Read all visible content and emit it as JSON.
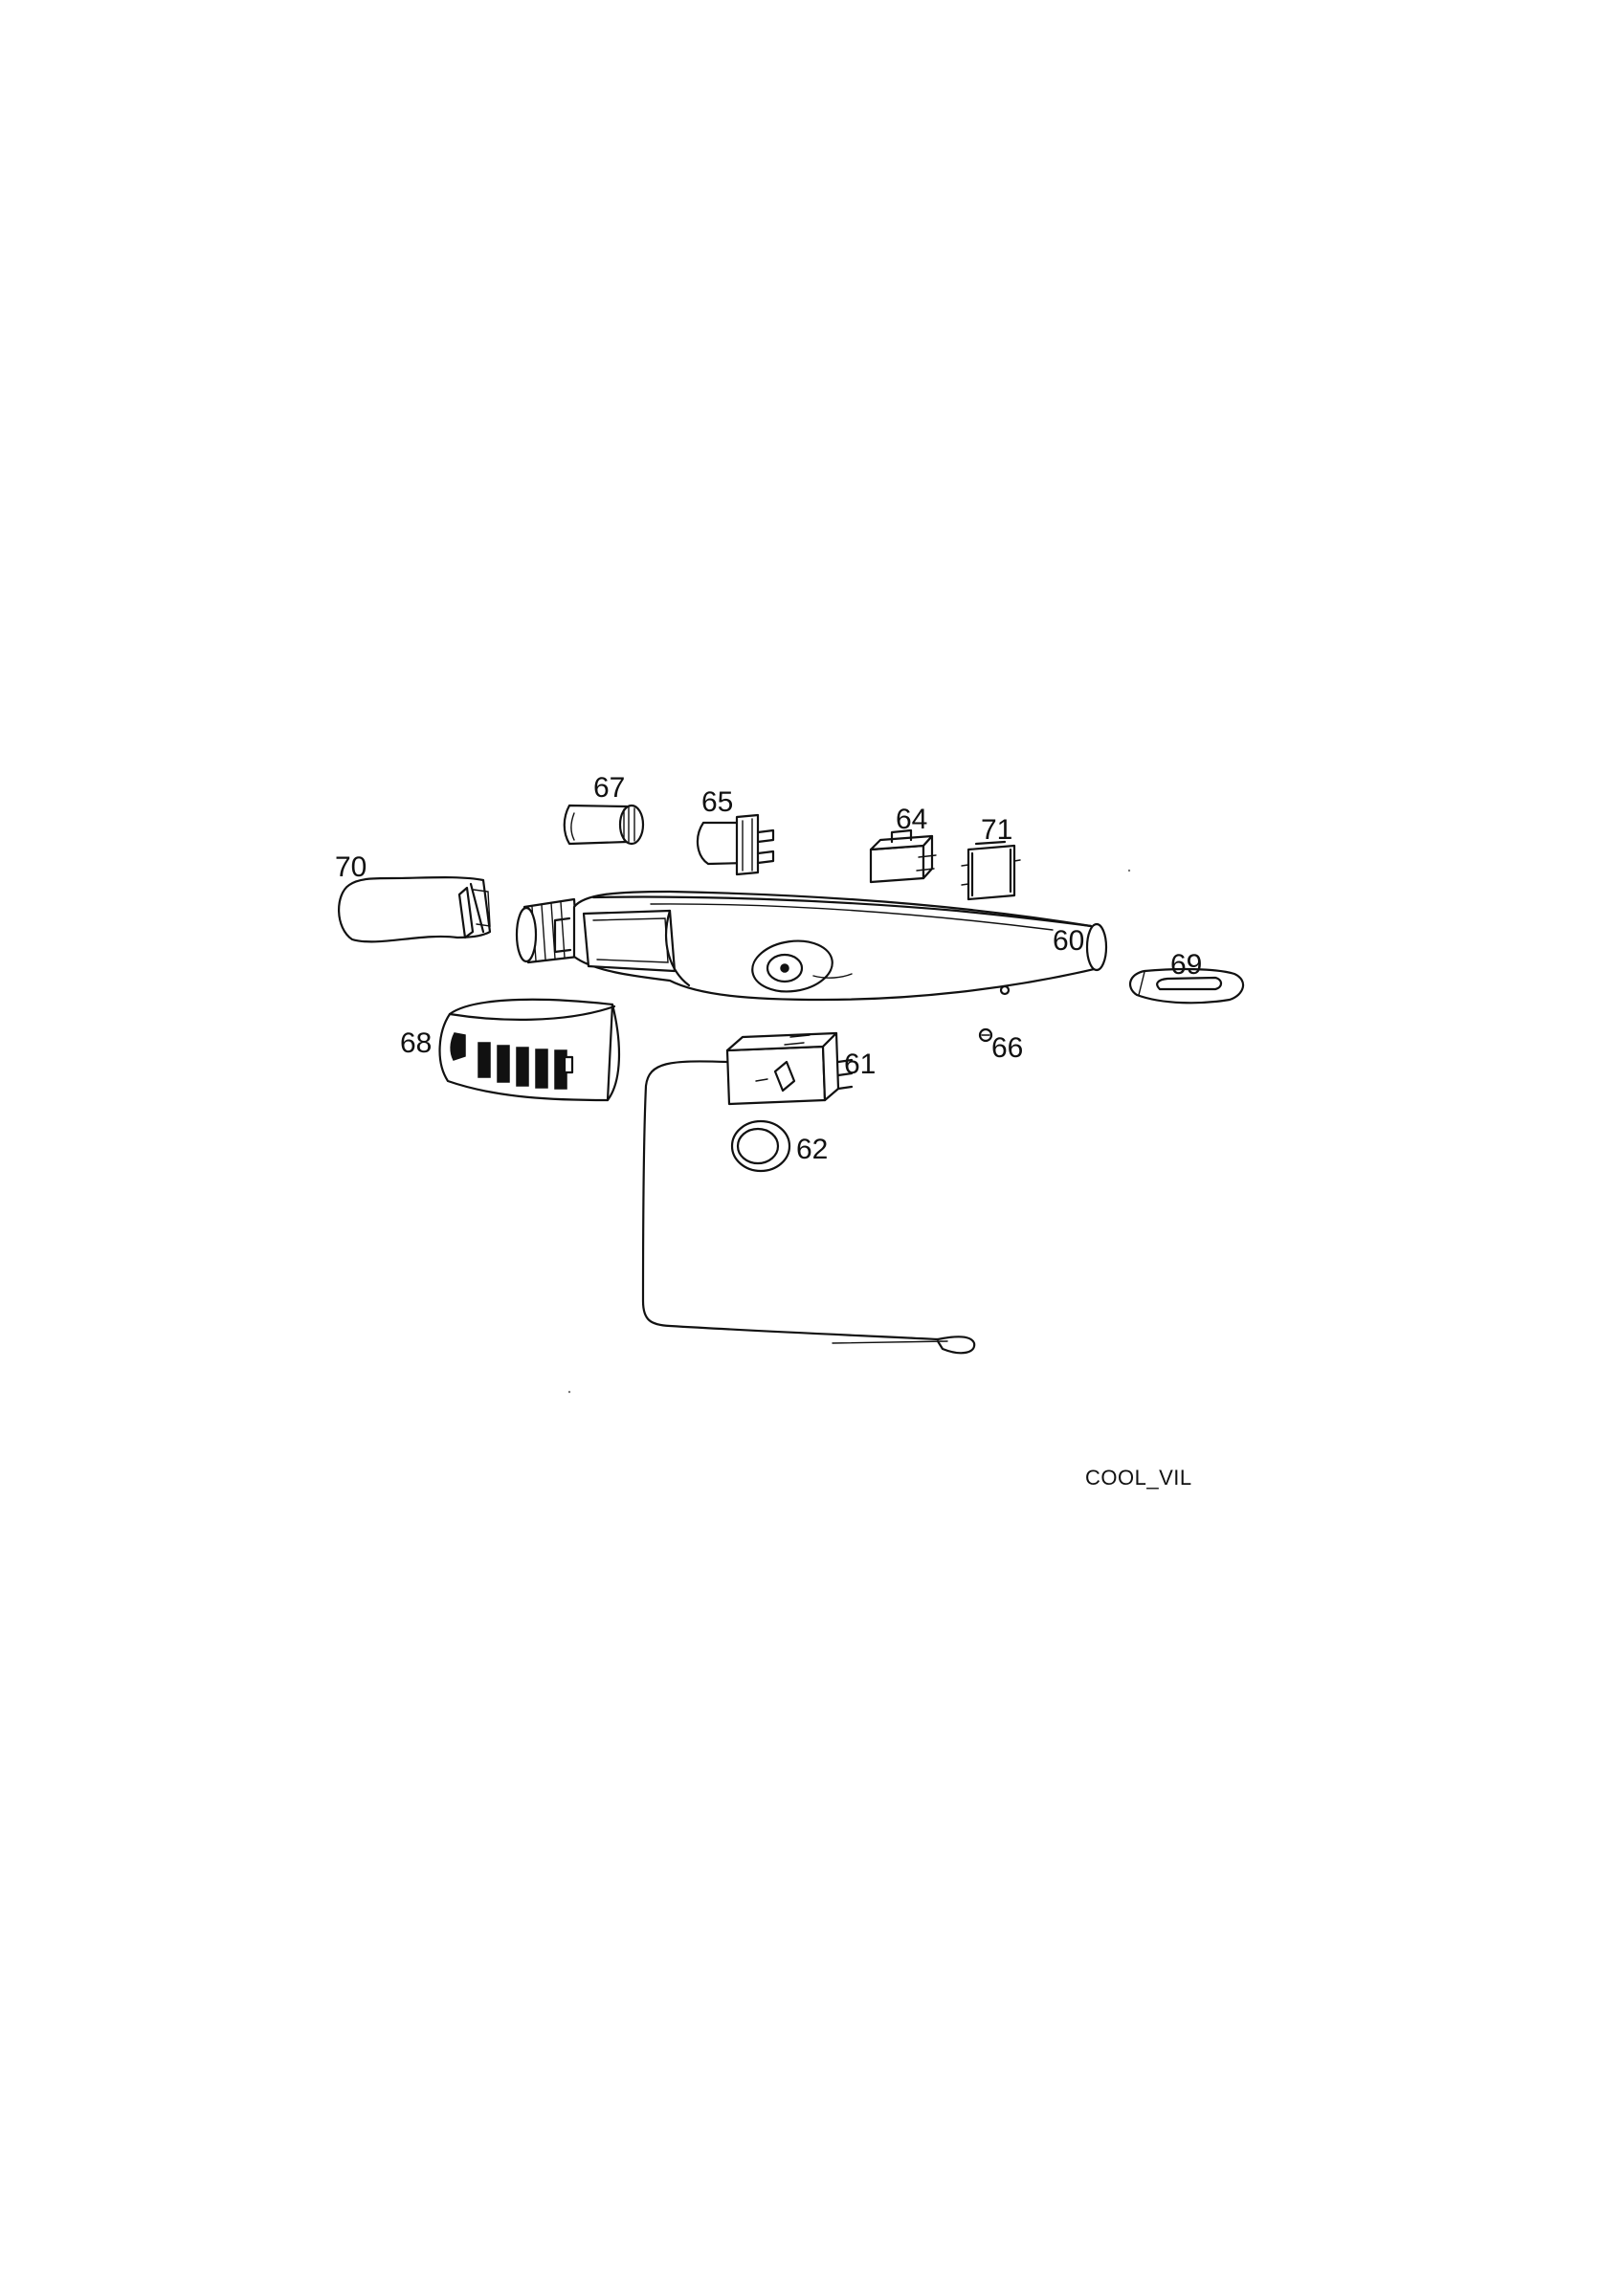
{
  "reference_code": "COOL_VIL",
  "parts": [
    {
      "id": "part-60",
      "label": "60"
    },
    {
      "id": "part-61",
      "label": "61"
    },
    {
      "id": "part-62",
      "label": "62"
    },
    {
      "id": "part-64",
      "label": "64"
    },
    {
      "id": "part-65",
      "label": "65"
    },
    {
      "id": "part-66",
      "label": "66"
    },
    {
      "id": "part-67",
      "label": "67"
    },
    {
      "id": "part-68",
      "label": "68"
    },
    {
      "id": "part-69",
      "label": "69"
    },
    {
      "id": "part-70",
      "label": "70"
    },
    {
      "id": "part-71",
      "label": "71"
    }
  ]
}
